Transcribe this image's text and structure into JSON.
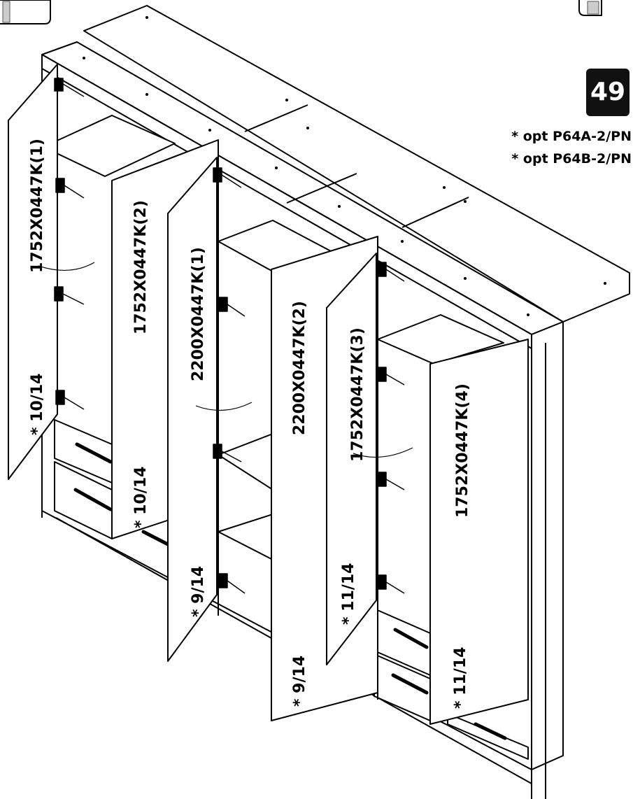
{
  "step": {
    "number": "49"
  },
  "options": [
    "* opt P64A-2/PN",
    "* opt P64B-2/PN"
  ],
  "doors": [
    {
      "code": "1752X0447K(1)",
      "hinge_ref": "* 10/14"
    },
    {
      "code": "1752X0447K(2)",
      "hinge_ref": "* 10/14"
    },
    {
      "code": "2200X0447K(1)",
      "hinge_ref": "* 9/14"
    },
    {
      "code": "2200X0447K(2)",
      "hinge_ref": "* 9/14"
    },
    {
      "code": "1752X0447K(3)",
      "hinge_ref": "* 11/14"
    },
    {
      "code": "1752X0447K(4)",
      "hinge_ref": "* 11/14"
    }
  ]
}
